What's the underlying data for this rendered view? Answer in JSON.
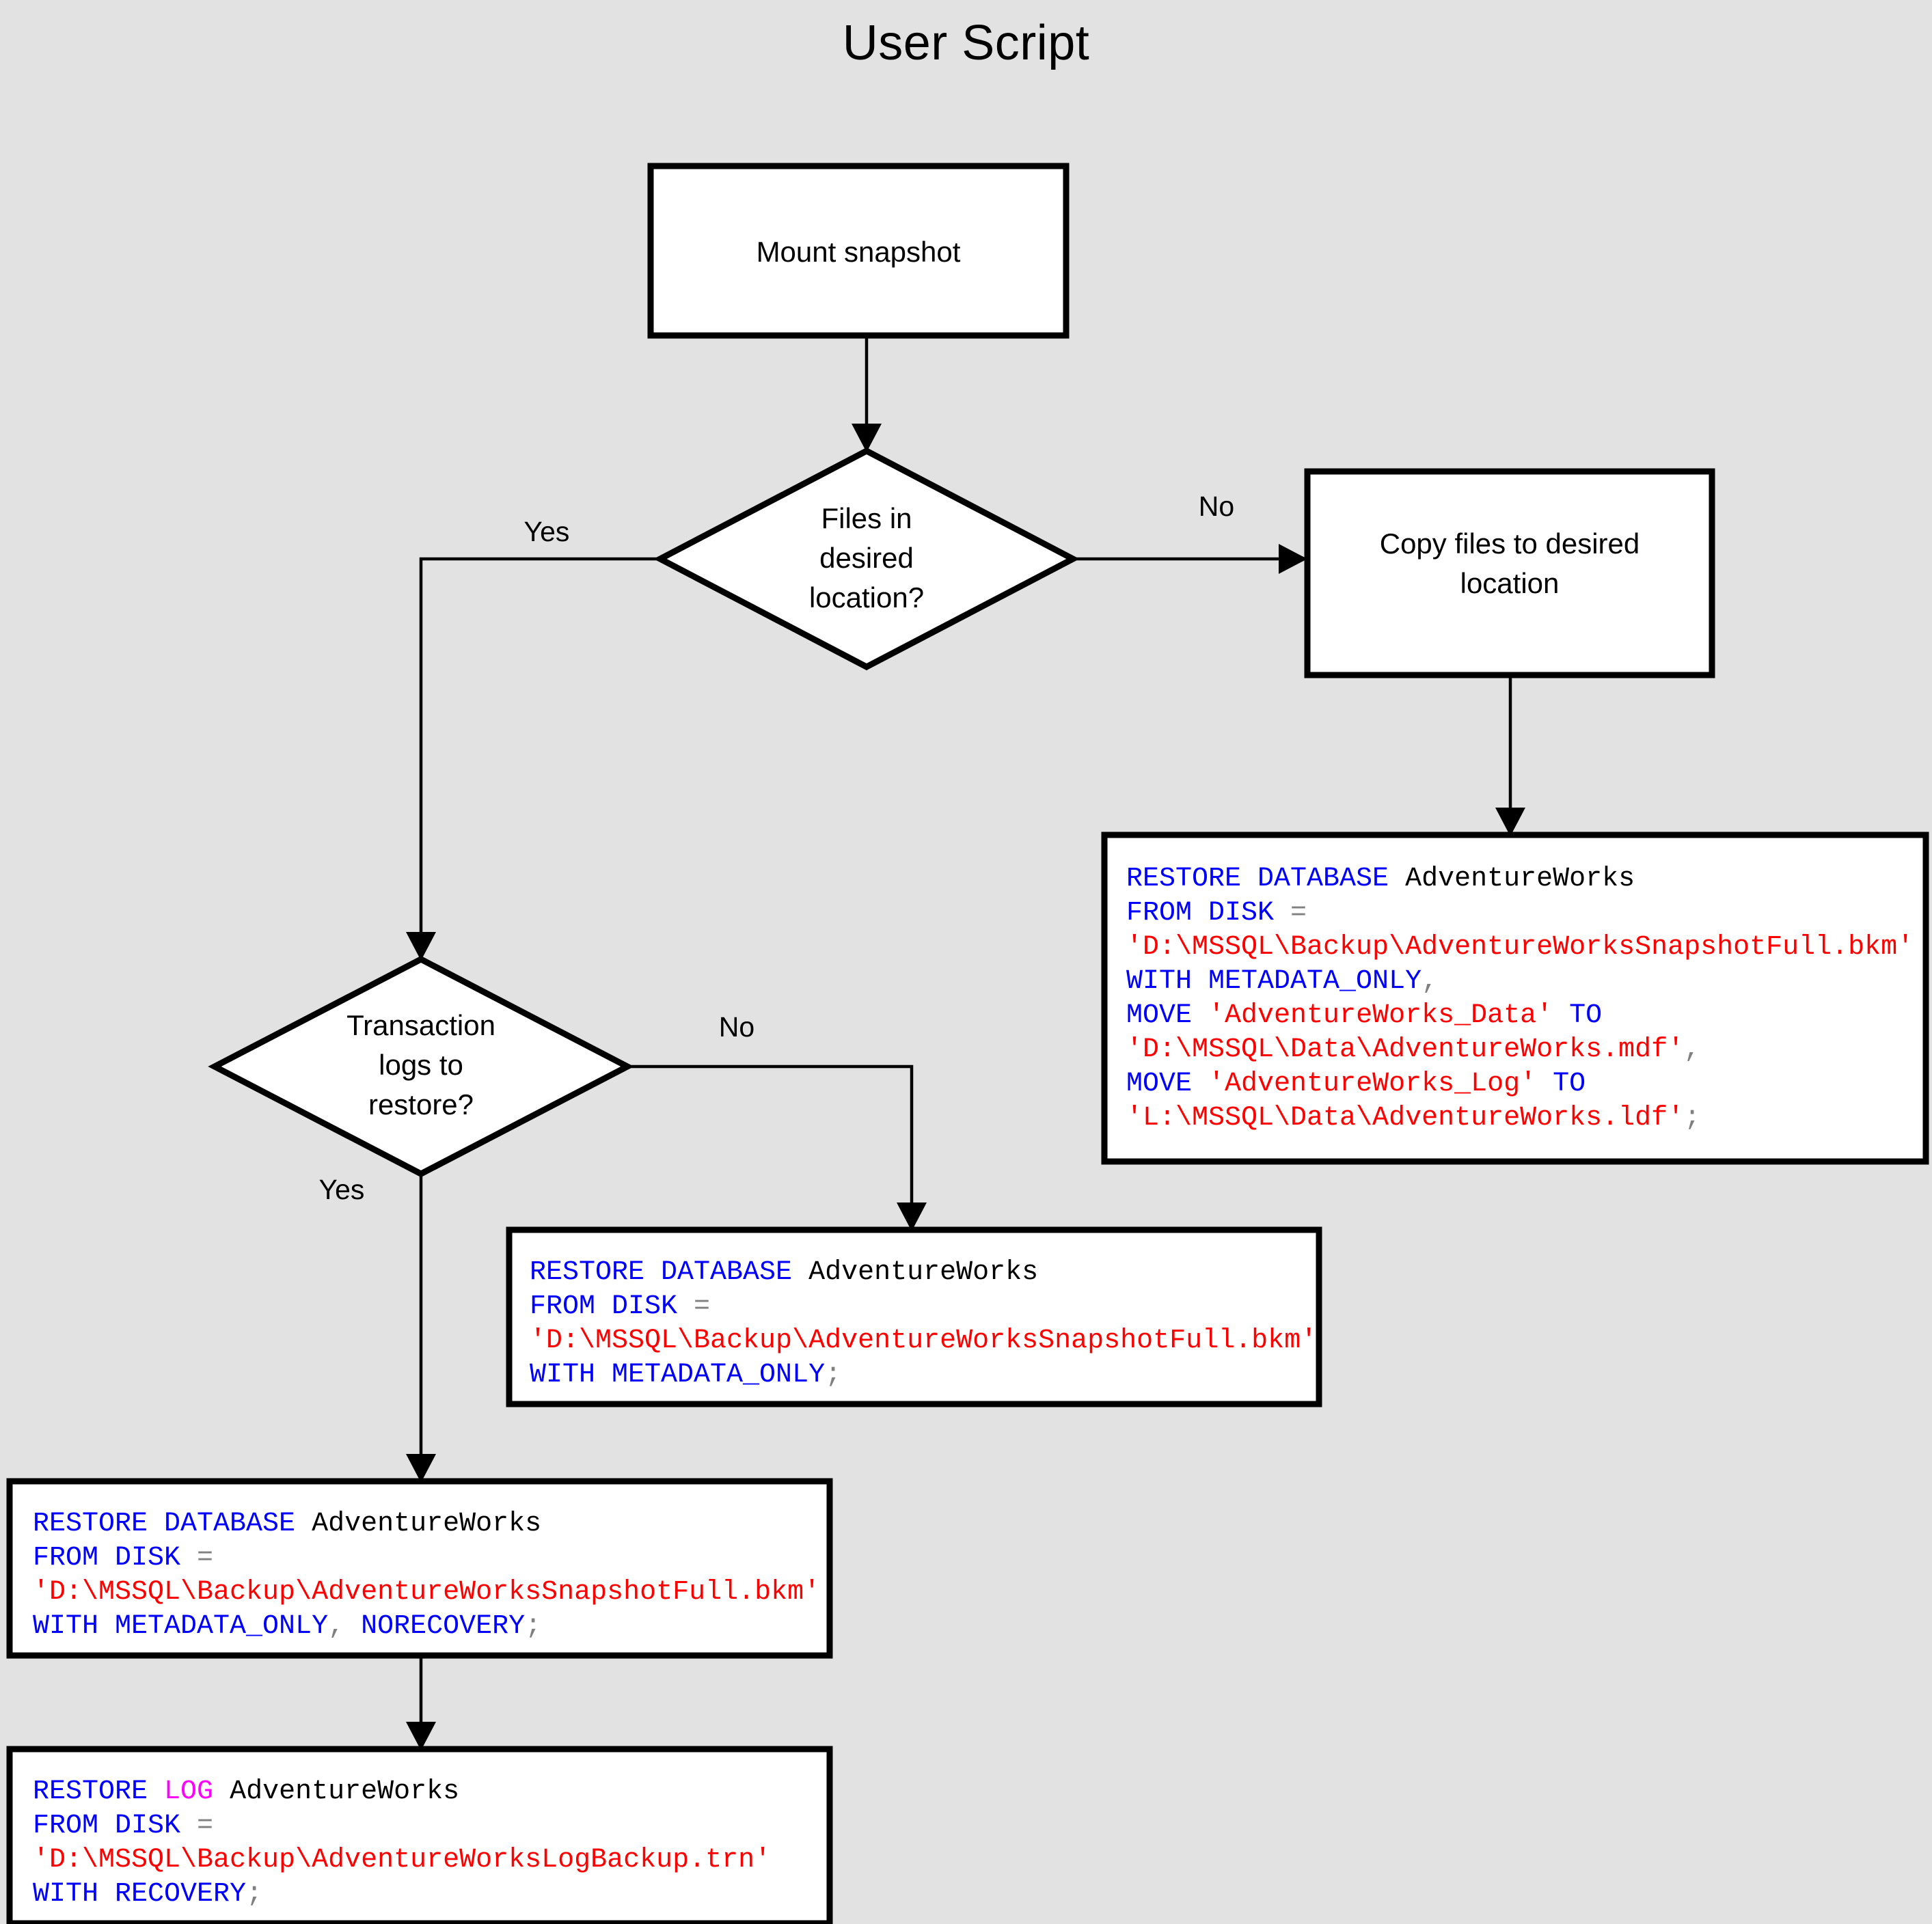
{
  "title": "User Script",
  "background_color": "#e2e2e2",
  "colors": {
    "keyword": "#0000ff",
    "log_keyword": "#ff00ff",
    "identifier": "#000000",
    "string": "#ff0000",
    "punctuation": "#808080",
    "shape_border": "#000000",
    "shape_fill": "#ffffff"
  },
  "nodes": {
    "mount": {
      "label": "Mount snapshot",
      "type": "process"
    },
    "files_decision": {
      "label": "Files in\ndesired\nlocation?",
      "type": "decision"
    },
    "copy_files": {
      "label": "Copy files to desired\nlocation",
      "type": "process"
    },
    "logs_decision": {
      "label": "Transaction\nlogs to\nrestore?",
      "type": "decision"
    }
  },
  "edges": {
    "files_yes": "Yes",
    "files_no": "No",
    "logs_yes": "Yes",
    "logs_no": "No"
  },
  "code_blocks": {
    "restore_with_move": {
      "name": "restore-database-with-move",
      "lines": [
        [
          {
            "t": "RESTORE DATABASE ",
            "c": "k"
          },
          {
            "t": "AdventureWorks",
            "c": "id"
          }
        ],
        [
          {
            "t": "FROM DISK ",
            "c": "k"
          },
          {
            "t": "=",
            "c": "p"
          }
        ],
        [
          {
            "t": "'D:\\MSSQL\\Backup\\AdventureWorksSnapshotFull.bkm'",
            "c": "s"
          }
        ],
        [
          {
            "t": "WITH METADATA_ONLY",
            "c": "k"
          },
          {
            "t": ",",
            "c": "p"
          }
        ],
        [
          {
            "t": "MOVE ",
            "c": "k"
          },
          {
            "t": "'AdventureWorks_Data'",
            "c": "s"
          },
          {
            "t": " TO",
            "c": "k"
          }
        ],
        [
          {
            "t": "'D:\\MSSQL\\Data\\AdventureWorks.mdf'",
            "c": "s"
          },
          {
            "t": ",",
            "c": "p"
          }
        ],
        [
          {
            "t": "MOVE ",
            "c": "k"
          },
          {
            "t": "'AdventureWorks_Log'",
            "c": "s"
          },
          {
            "t": " TO",
            "c": "k"
          }
        ],
        [
          {
            "t": "'L:\\MSSQL\\Data\\AdventureWorks.ldf'",
            "c": "s"
          },
          {
            "t": ";",
            "c": "p"
          }
        ]
      ]
    },
    "restore_metadata_only": {
      "name": "restore-database-metadata-only",
      "lines": [
        [
          {
            "t": "RESTORE DATABASE ",
            "c": "k"
          },
          {
            "t": "AdventureWorks",
            "c": "id"
          }
        ],
        [
          {
            "t": "FROM DISK ",
            "c": "k"
          },
          {
            "t": "=",
            "c": "p"
          }
        ],
        [
          {
            "t": "'D:\\MSSQL\\Backup\\AdventureWorksSnapshotFull.bkm'",
            "c": "s"
          }
        ],
        [
          {
            "t": "WITH METADATA_ONLY",
            "c": "k"
          },
          {
            "t": ";",
            "c": "p"
          }
        ]
      ]
    },
    "restore_norecovery": {
      "name": "restore-database-norecovery",
      "lines": [
        [
          {
            "t": "RESTORE DATABASE ",
            "c": "k"
          },
          {
            "t": "AdventureWorks",
            "c": "id"
          }
        ],
        [
          {
            "t": "FROM DISK ",
            "c": "k"
          },
          {
            "t": "=",
            "c": "p"
          }
        ],
        [
          {
            "t": "'D:\\MSSQL\\Backup\\AdventureWorksSnapshotFull.bkm'",
            "c": "s"
          }
        ],
        [
          {
            "t": "WITH METADATA_ONLY",
            "c": "k"
          },
          {
            "t": ", ",
            "c": "p"
          },
          {
            "t": "NORECOVERY",
            "c": "k"
          },
          {
            "t": ";",
            "c": "p"
          }
        ]
      ]
    },
    "restore_log": {
      "name": "restore-log-recovery",
      "lines": [
        [
          {
            "t": "RESTORE ",
            "c": "k"
          },
          {
            "t": "LOG",
            "c": "kl"
          },
          {
            "t": " ",
            "c": "k"
          },
          {
            "t": "AdventureWorks",
            "c": "id"
          }
        ],
        [
          {
            "t": "FROM DISK ",
            "c": "k"
          },
          {
            "t": "=",
            "c": "p"
          }
        ],
        [
          {
            "t": "'D:\\MSSQL\\Backup\\AdventureWorksLogBackup.trn'",
            "c": "s"
          }
        ],
        [
          {
            "t": "WITH RECOVERY",
            "c": "k"
          },
          {
            "t": ";",
            "c": "p"
          }
        ]
      ]
    }
  }
}
